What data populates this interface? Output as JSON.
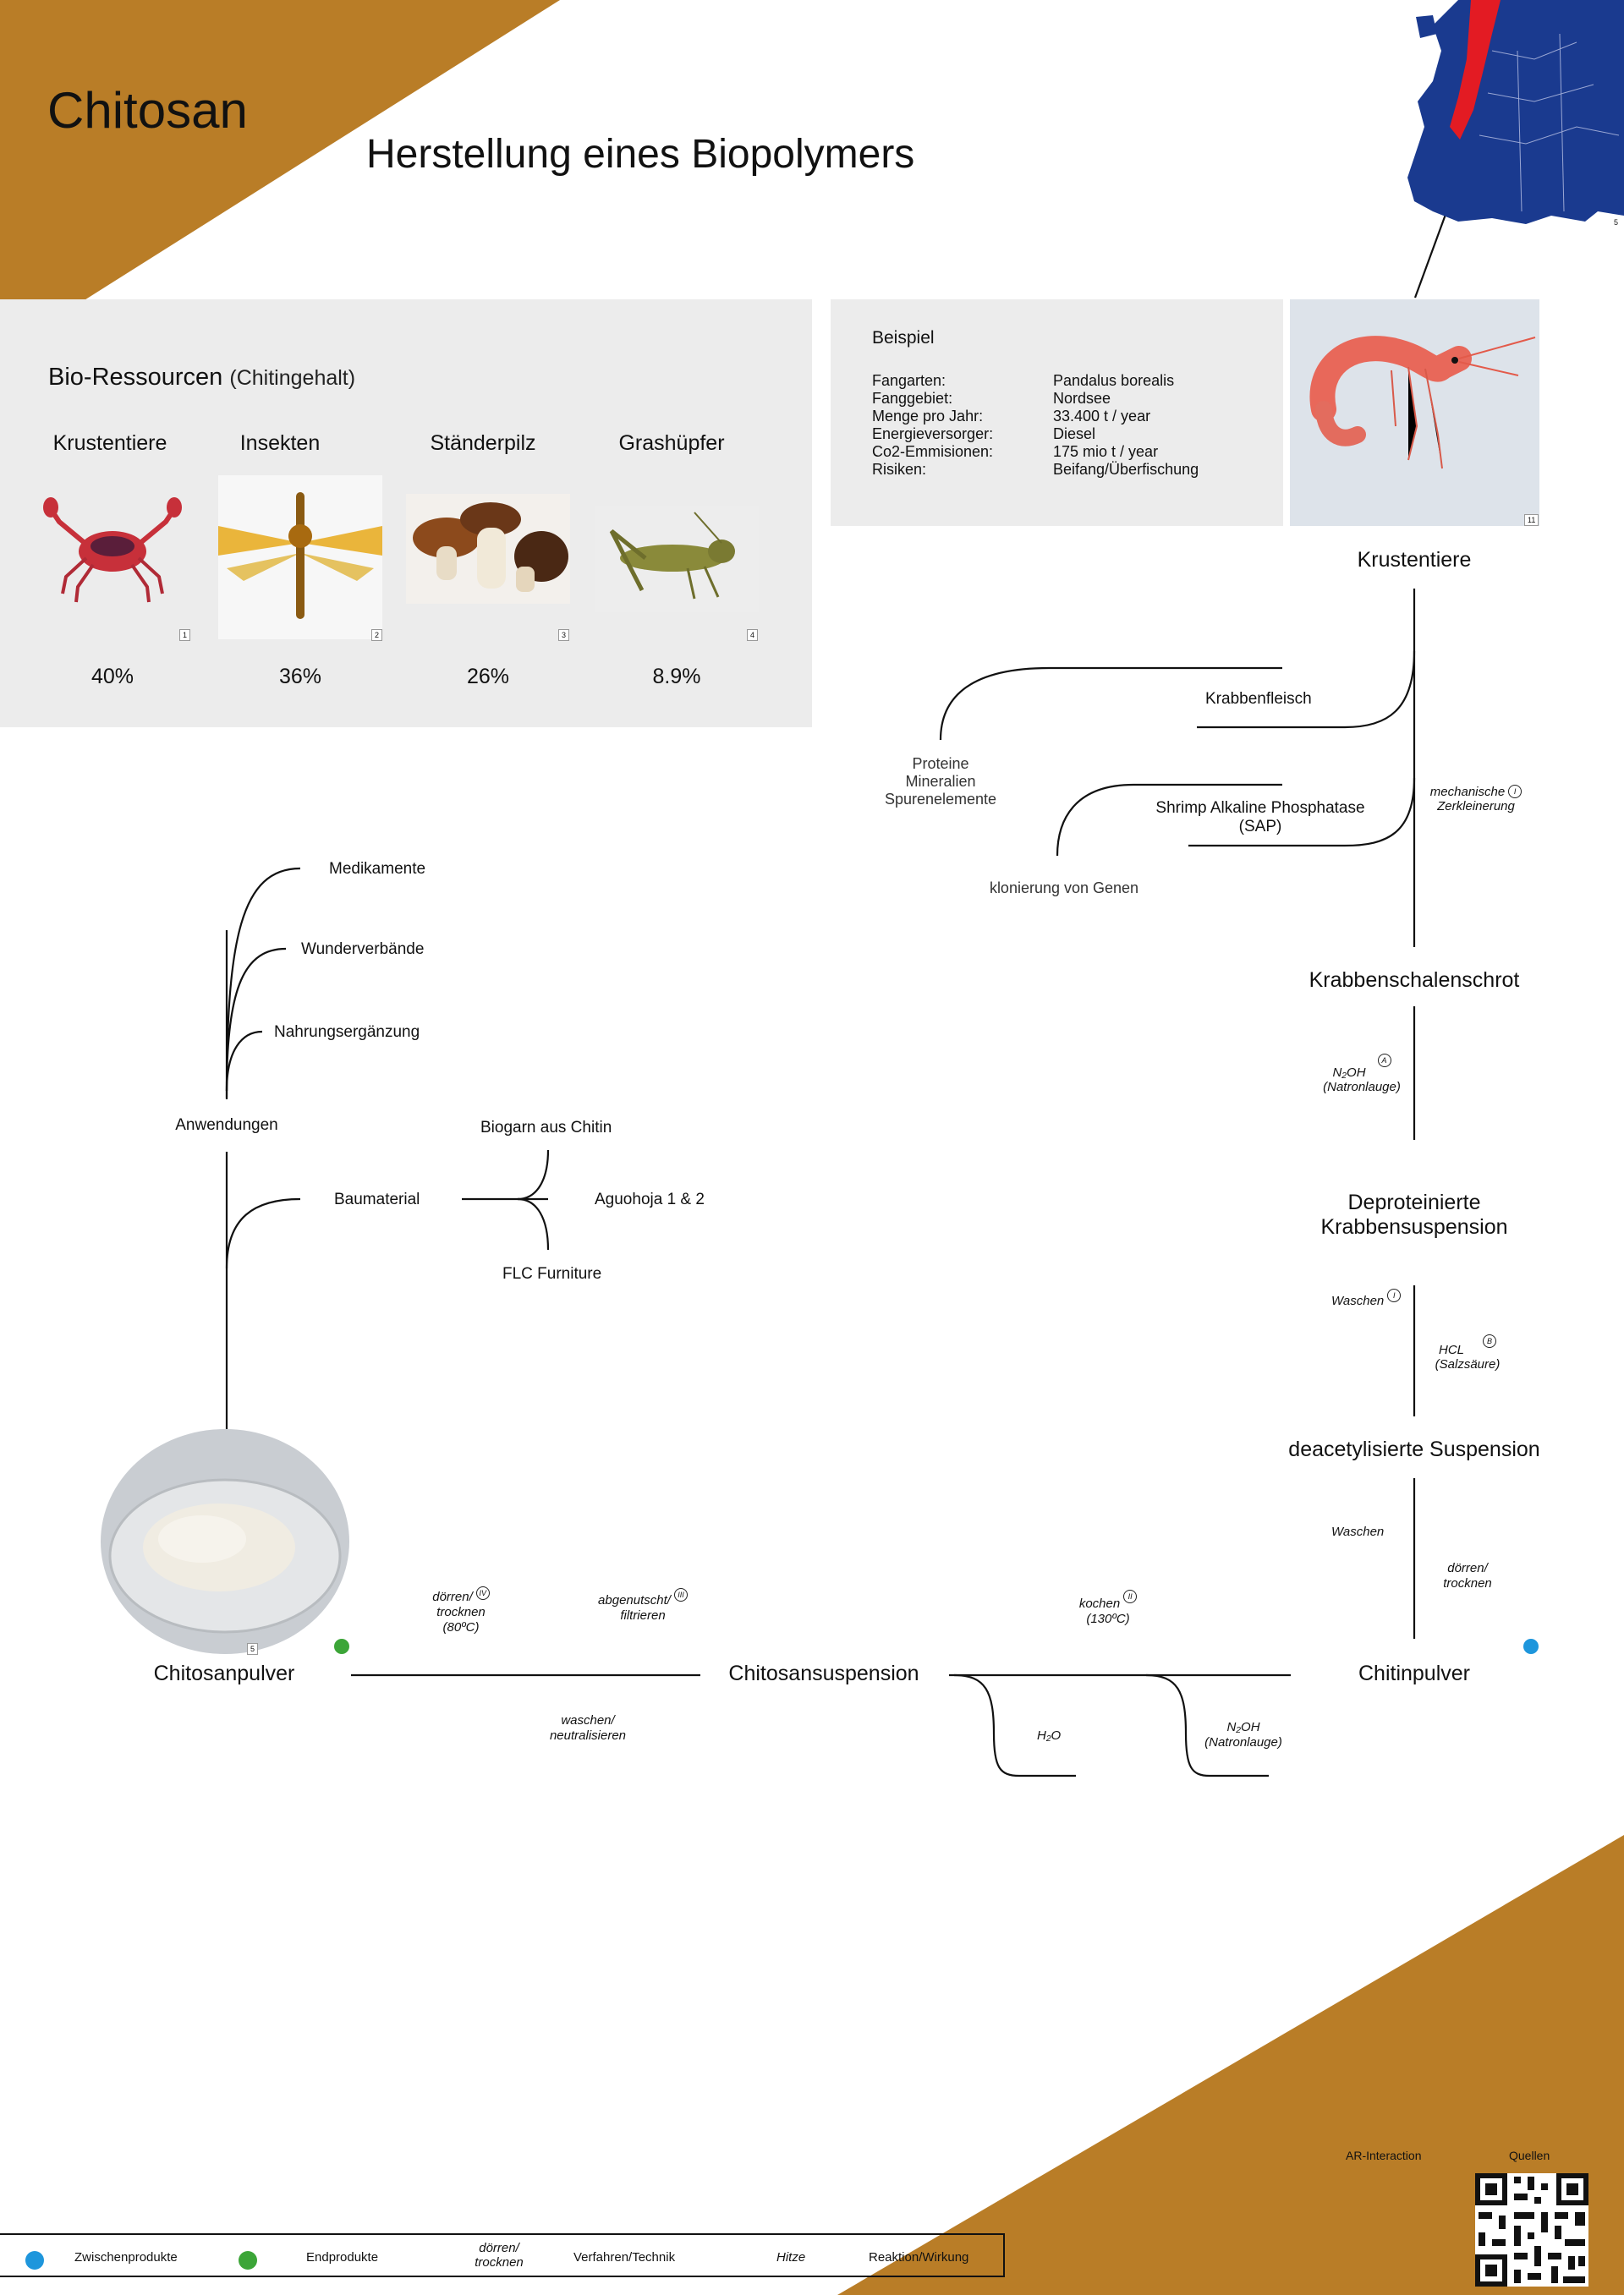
{
  "title": "Chitosan",
  "subtitle": "Herstellung eines Biopolymers",
  "colors": {
    "brand": "#b97d27",
    "panel": "#ececec",
    "intermediate": "#1e96dc",
    "final": "#3ca538"
  },
  "resources": {
    "heading": "Bio-Ressourcen",
    "heading_note": "(Chitingehalt)",
    "items": [
      {
        "name": "Krustentiere",
        "percent": "40%",
        "source": "1"
      },
      {
        "name": "Insekten",
        "percent": "36%",
        "source": "2"
      },
      {
        "name": "Ständerpilz",
        "percent": "26%",
        "source": "3"
      },
      {
        "name": "Grashüpfer",
        "percent": "8.9%",
        "source": "4"
      }
    ]
  },
  "example": {
    "heading": "Beispiel",
    "rows": [
      {
        "label": "Fangarten:",
        "value": "Pandalus borealis"
      },
      {
        "label": "Fanggebiet:",
        "value": "Nordsee"
      },
      {
        "label": "Menge pro Jahr:",
        "value": "33.400 t / year"
      },
      {
        "label": "Energieversorger:",
        "value": "Diesel"
      },
      {
        "label": "Co2-Emmisionen:",
        "value": "175 mio t / year"
      },
      {
        "label": "Risiken:",
        "value": "Beifang/Überfischung"
      }
    ],
    "shrimp_source": "11",
    "map_source": "5"
  },
  "flow": {
    "krustentiere": "Krustentiere",
    "krabbenfleisch": "Krabbenfleisch",
    "proteine": "Proteine",
    "mineralien": "Mineralien",
    "spurenelemente": "Spurenelemente",
    "sap1": "Shrimp Alkaline Phosphatase",
    "sap2": "(SAP)",
    "klonierung": "klonierung von Genen",
    "mech1": "mechanische",
    "mech2": "Zerkleinerung",
    "mech_mark": "I",
    "schrot": "Krabbenschalenschrot",
    "naoh1": "N₂OH",
    "naoh2": "(Natronlauge)",
    "naoh_mark": "A",
    "dep1": "Deproteinierte",
    "dep2": "Krabbensuspension",
    "waschen1": "Waschen",
    "waschen1_mark": "I",
    "hcl1": "HCL",
    "hcl2": "(Salzsäure)",
    "hcl_mark": "B",
    "deacet": "deacetylisierte Suspension",
    "waschen2": "Waschen",
    "doerren1": "dörren/",
    "doerren2": "trocknen",
    "chitinpulver": "Chitinpulver",
    "kochen1": "kochen",
    "kochen2": "(130ºC)",
    "kochen_mark": "II",
    "h2o": "H₂O",
    "naoh3": "N₂OH",
    "naoh4": "(Natronlauge)",
    "chitosansusp": "Chitosansuspension",
    "abg1": "abgenutscht/",
    "abg2": "filtrieren",
    "abg_mark": "III",
    "doerr3": "dörren/",
    "doerr4": "trocknen",
    "doerr5": "(80ºC)",
    "doerr_mark": "IV",
    "waschen3": "waschen/",
    "waschen4": "neutralisieren",
    "chitosanpulver": "Chitosanpulver",
    "powder_source": "5"
  },
  "applications": {
    "anwendungen": "Anwendungen",
    "medikamente": "Medikamente",
    "wunder": "Wunderverbände",
    "nahrung": "Nahrungsergänzung",
    "baumaterial": "Baumaterial",
    "biogarn": "Biogarn aus Chitin",
    "aguohoja": "Aguohoja 1 & 2",
    "flc": "FLC Furniture"
  },
  "footer": {
    "ar": "AR-Interaction",
    "quellen": "Quellen"
  },
  "legend": {
    "zwischen": "Zwischenprodukte",
    "end": "Endprodukte",
    "sample1": "dörren/",
    "sample2": "trocknen",
    "verfahren": "Verfahren/Technik",
    "hitze": "Hitze",
    "reaktion": "Reaktion/Wirkung"
  }
}
